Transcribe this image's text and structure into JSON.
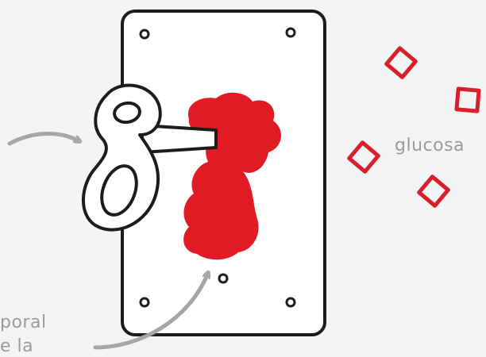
{
  "labels": {
    "glucose": "glucosa",
    "cut_line_1": "poral",
    "cut_line_2": "e la"
  },
  "colors": {
    "background": "#f3f4f6",
    "outline": "#1c1c1c",
    "blob": "#e01b24",
    "glucose_square": "#d8202b",
    "arrow": "#a6a6a6",
    "label_text": "#9a9a9a"
  },
  "icons": {
    "plate": "rectangular-plate-icon",
    "key": "wind-up-key-icon",
    "screw": "screw-hole-icon",
    "glucose": "glucose-square-icon",
    "arrow": "curved-arrow-icon"
  }
}
